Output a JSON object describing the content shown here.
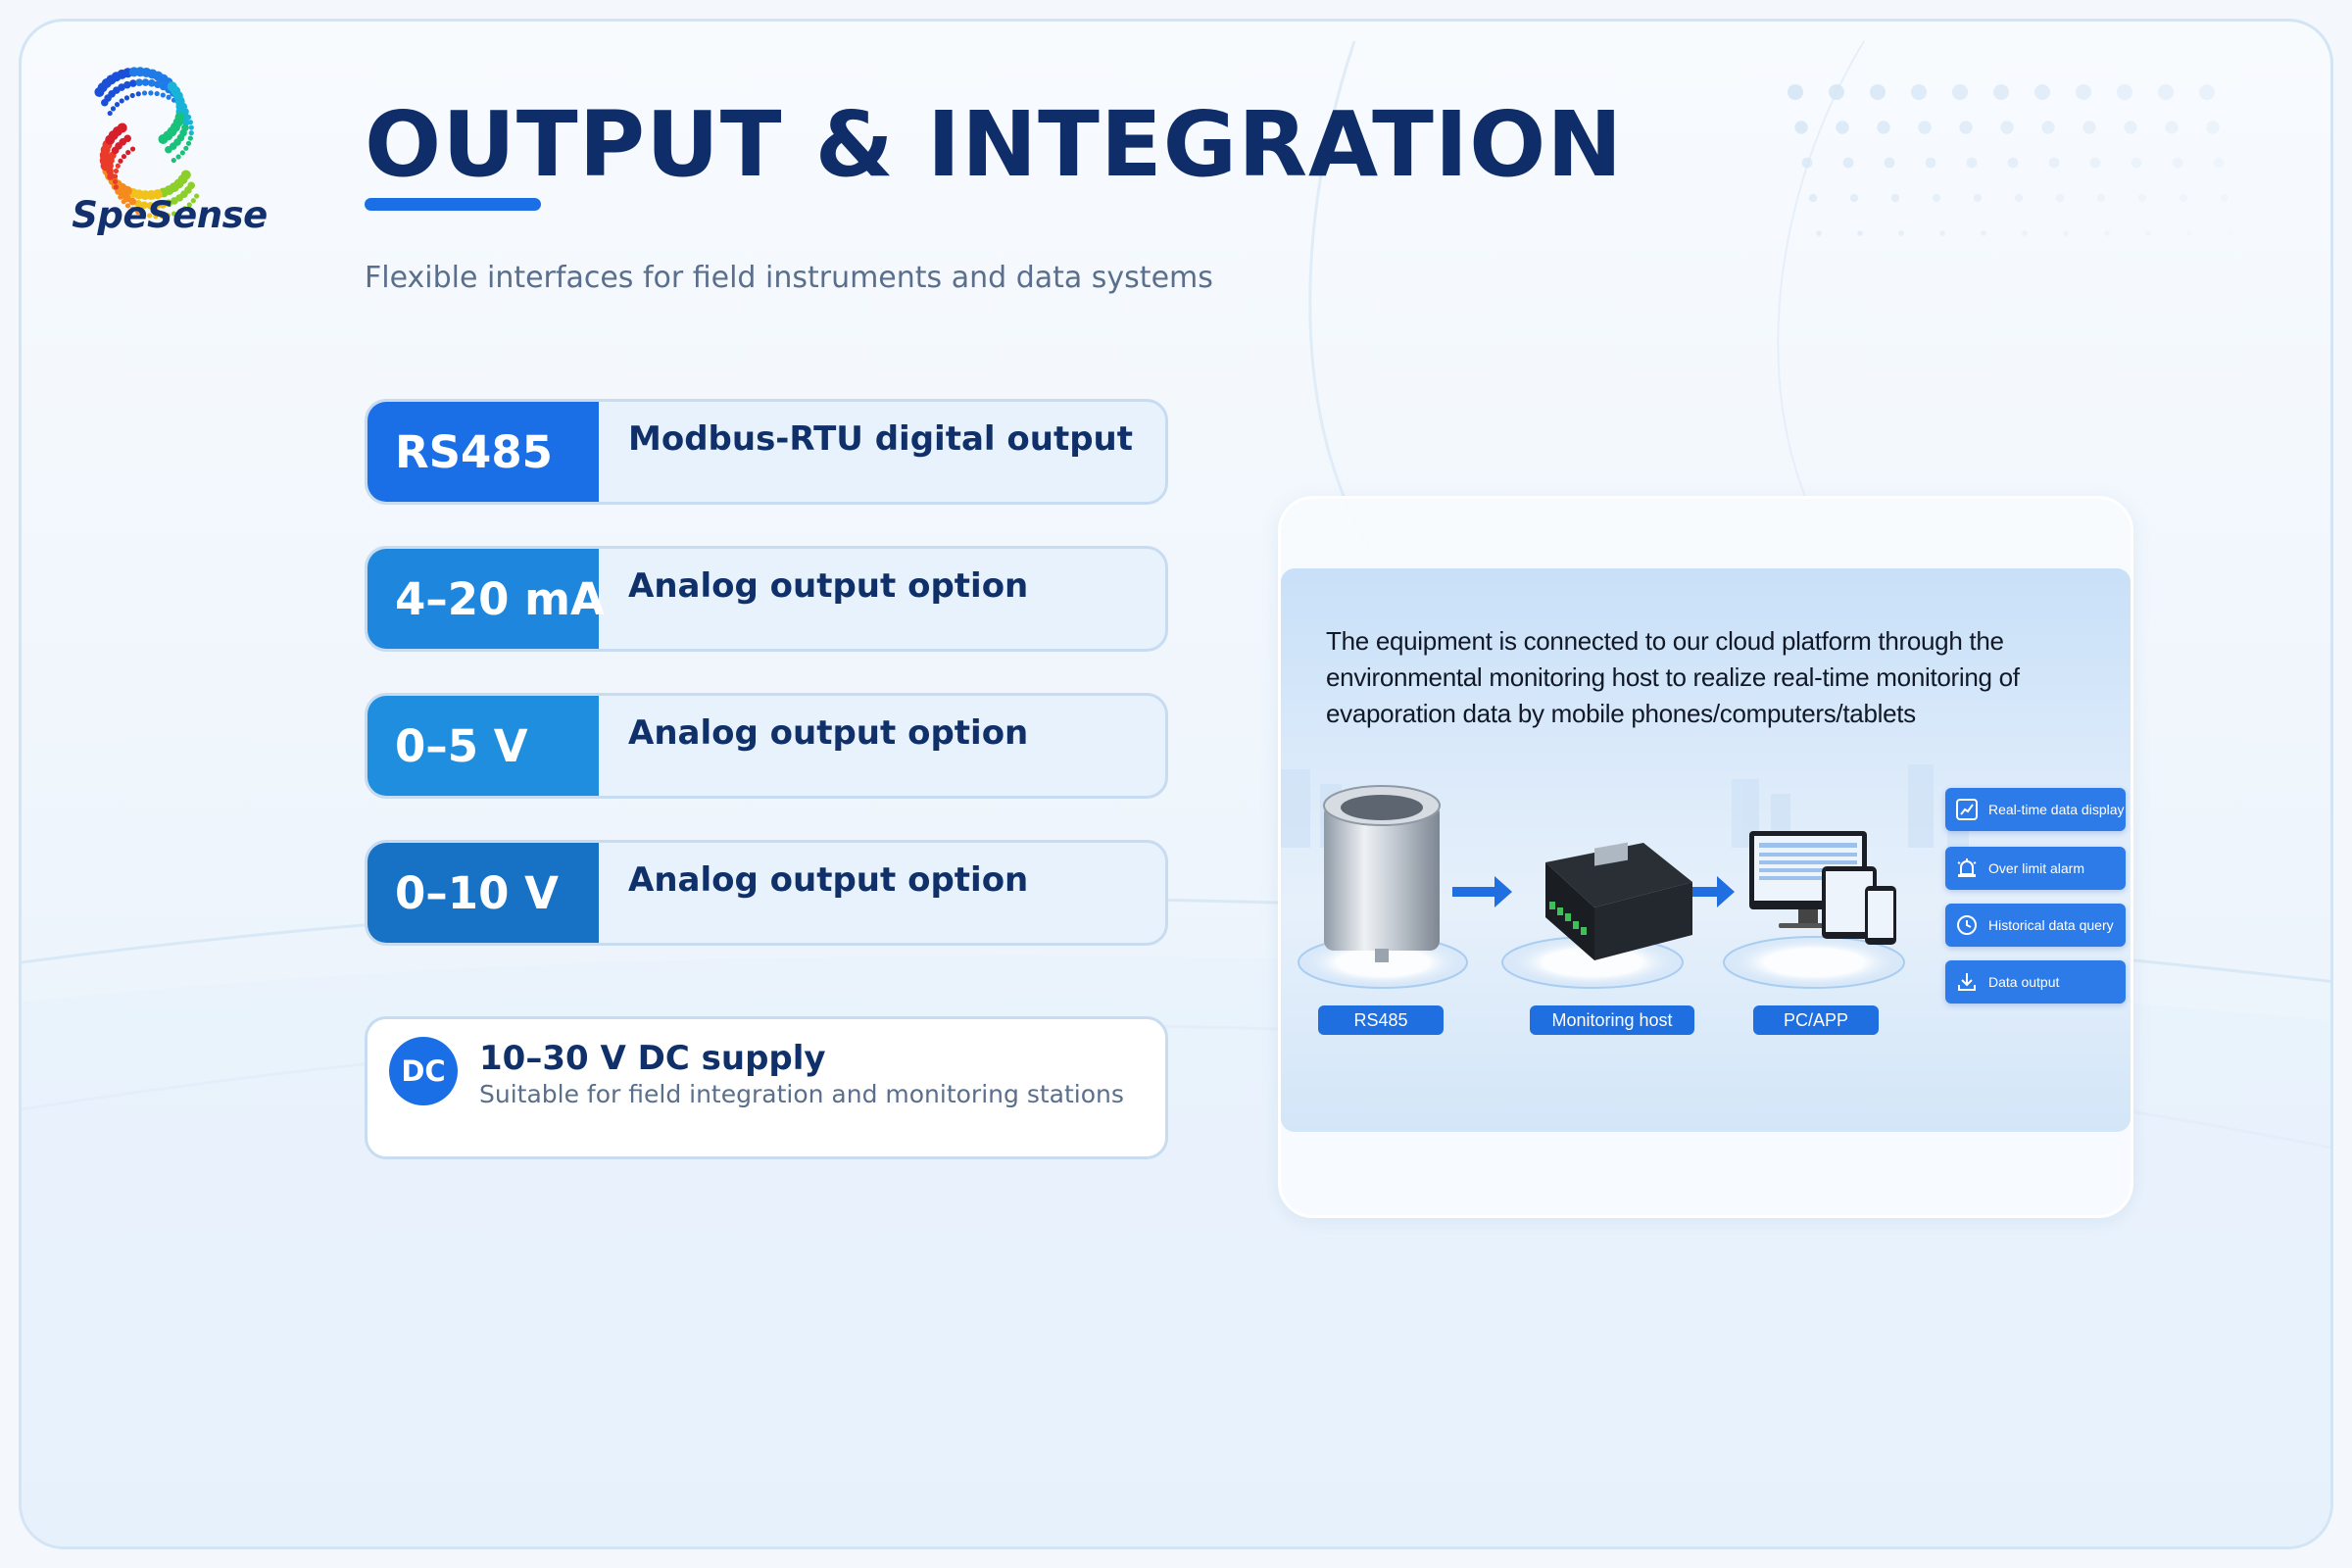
{
  "brand": {
    "logo_text": "SpeSense"
  },
  "header": {
    "title": "OUTPUT & INTEGRATION",
    "subtitle": "Flexible interfaces for field instruments and data systems"
  },
  "outputs": [
    {
      "tag": "RS485",
      "desc": "Modbus-RTU digital output",
      "color": "#1a6ee6"
    },
    {
      "tag": "4–20 mA",
      "desc": "Analog output option",
      "color": "#1e86dc"
    },
    {
      "tag": "0–5 V",
      "desc": "Analog output option",
      "color": "#1f8ede"
    },
    {
      "tag": "0–10 V",
      "desc": "Analog output option",
      "color": "#1772c6"
    }
  ],
  "power": {
    "badge": "DC",
    "title": "10–30 V DC supply",
    "subtitle": "Suitable for field integration and monitoring stations"
  },
  "diagram": {
    "caption": "The equipment is connected to our cloud platform through the environmental monitoring host to realize real-time monitoring of evaporation data by mobile phones/computers/tablets",
    "stages": [
      "RS485",
      "Monitoring host",
      "PC/APP"
    ],
    "features": [
      {
        "label": "Real-time data display",
        "icon": "chart-icon"
      },
      {
        "label": "Over limit alarm",
        "icon": "alarm-icon"
      },
      {
        "label": "Historical data query",
        "icon": "history-icon"
      },
      {
        "label": "Data output",
        "icon": "download-icon"
      }
    ]
  },
  "colors": {
    "navy": "#0f2d69",
    "accent": "#1a6ee6"
  }
}
